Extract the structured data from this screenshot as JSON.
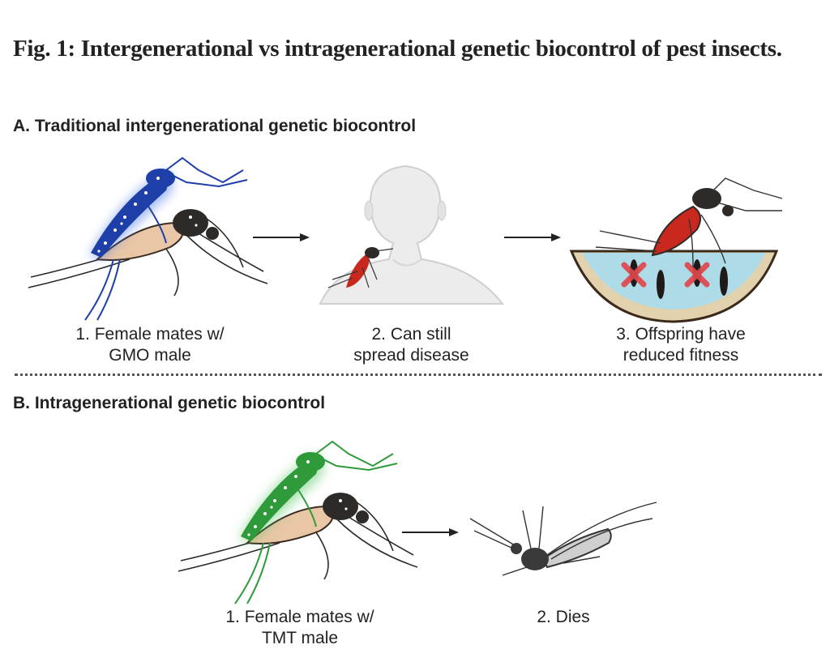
{
  "figure": {
    "title": "Fig. 1: Intergenerational vs intragenerational genetic biocontrol of pest insects."
  },
  "panel_a": {
    "heading": "A.  Traditional intergenerational genetic biocontrol",
    "steps": [
      {
        "line1": "1. Female mates w/",
        "line2": "GMO male",
        "illustration": "mosquito-mating-gmo"
      },
      {
        "line1": "2. Can still",
        "line2": "spread disease",
        "illustration": "mosquito-biting-human"
      },
      {
        "line1": "3. Offspring have",
        "line2": "reduced fitness",
        "illustration": "mosquito-laying-eggs-in-water"
      }
    ]
  },
  "panel_b": {
    "heading": "B. Intragenerational genetic biocontrol",
    "steps": [
      {
        "line1": "1. Female mates w/",
        "line2": "TMT male",
        "illustration": "mosquito-mating-tmt"
      },
      {
        "line1": "2. Dies",
        "line2": "",
        "illustration": "dead-mosquito"
      }
    ]
  },
  "colors": {
    "gmo_male": "#1f3fa8",
    "tmt_male": "#2f9a3a",
    "female_abdomen": "#e9c7a6",
    "blood_fed_abdomen": "#c9281e",
    "water": "#aedbe8",
    "soil": "#e2d1ad",
    "cross_mark": "#e0474c"
  }
}
